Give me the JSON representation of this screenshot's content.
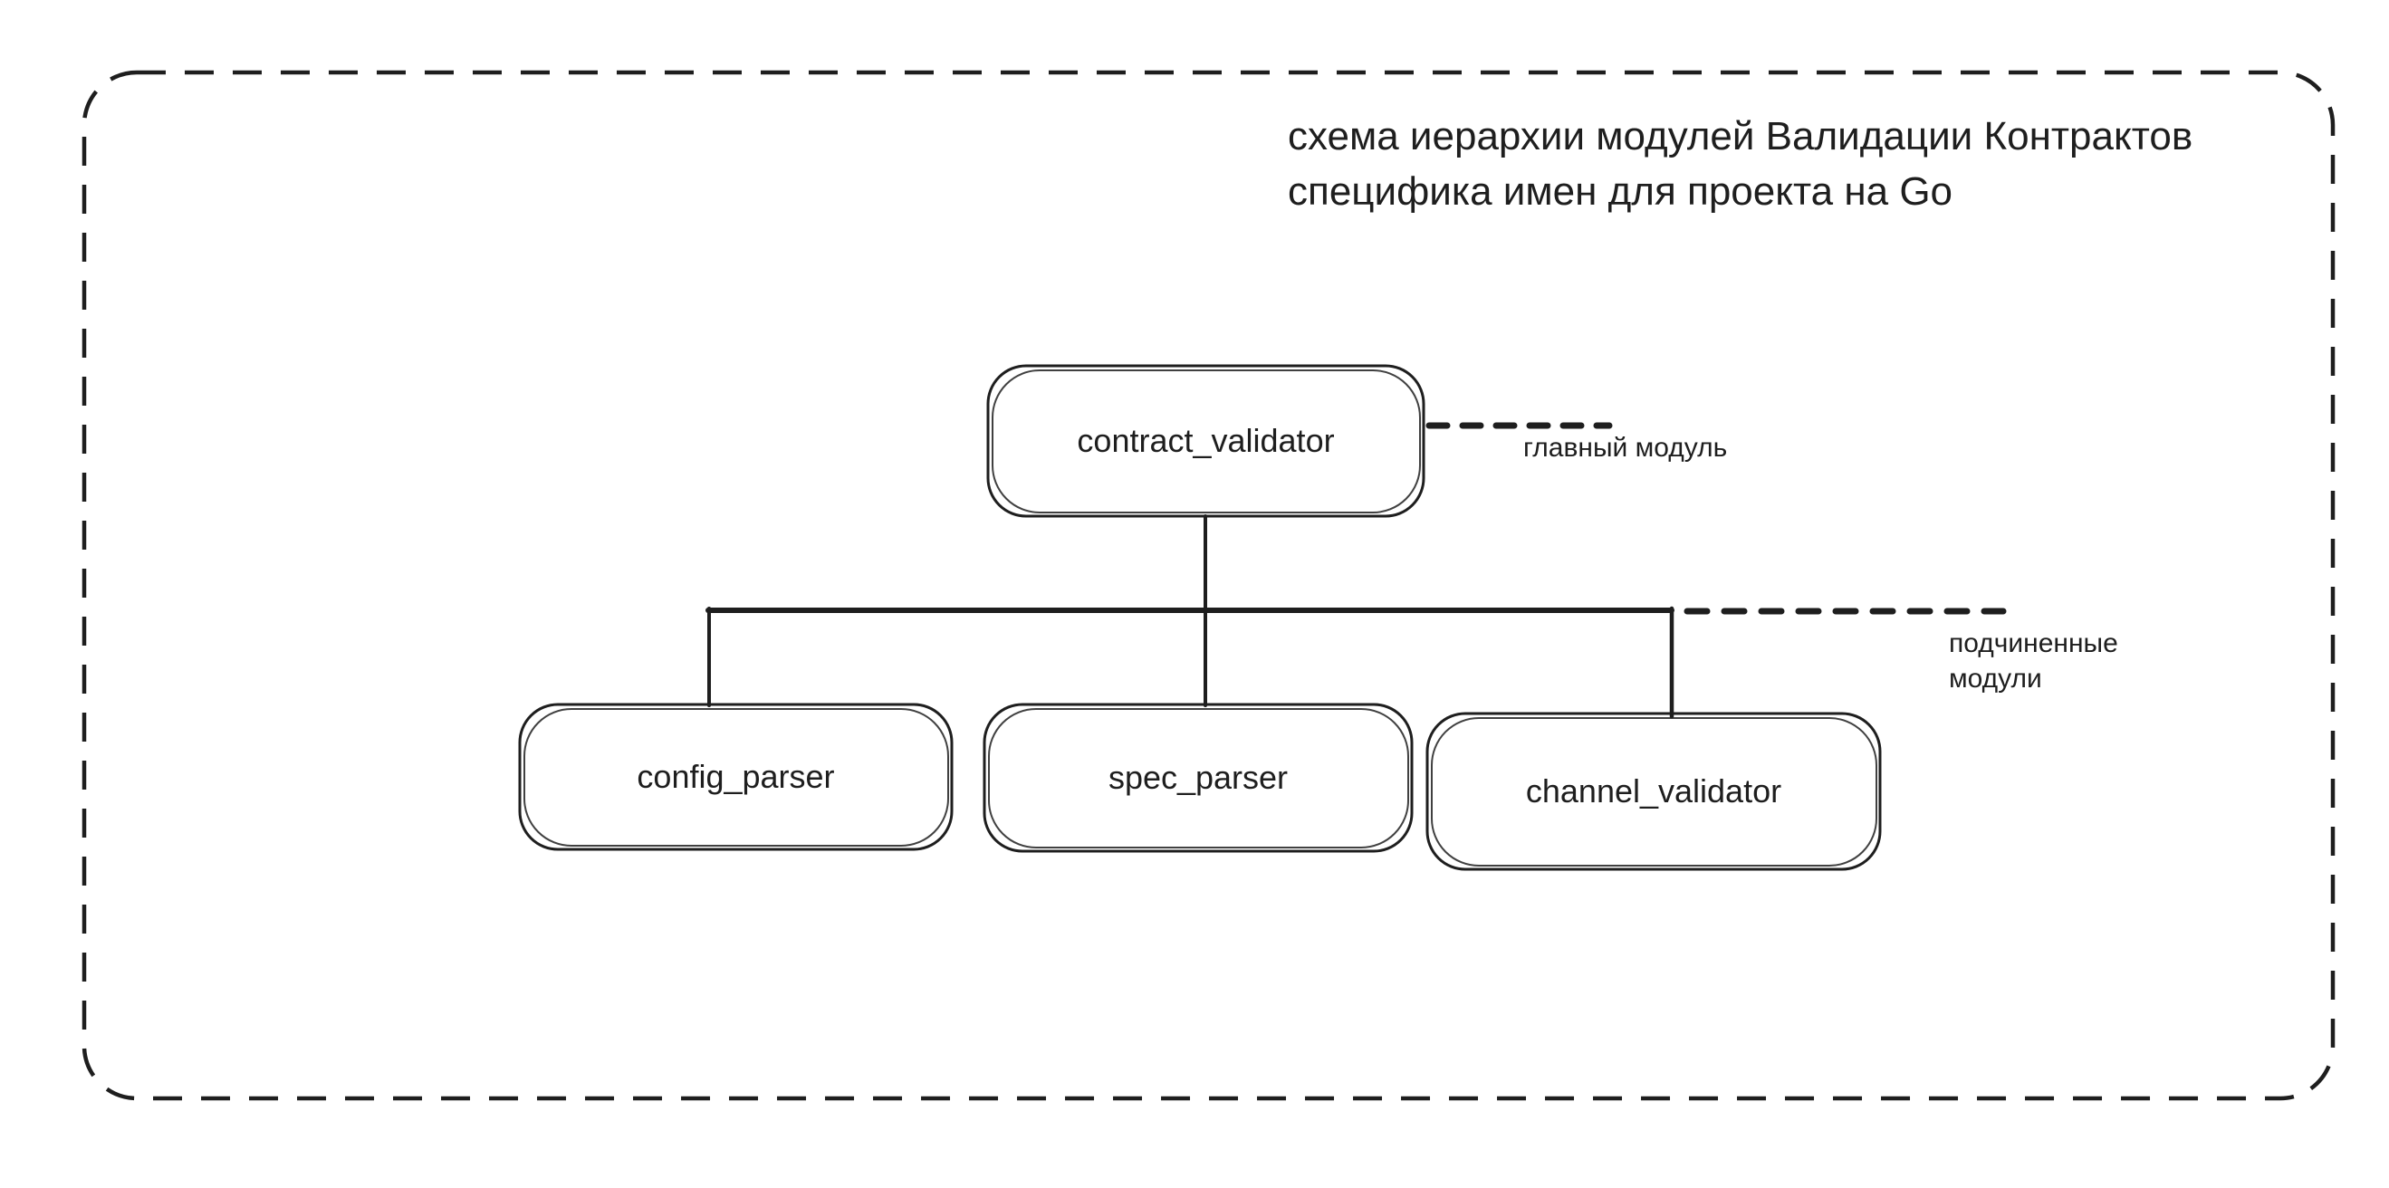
{
  "colors": {
    "stroke": "#1e1e1e",
    "canvas_background": "#ffffff"
  },
  "title": {
    "line1": "схема иерархии модулей Валидации Контрактов",
    "line2": "специфика имен для проекта на Go"
  },
  "nodes": {
    "root": {
      "label": "contract_validator"
    },
    "children": [
      {
        "label": "config_parser"
      },
      {
        "label": "spec_parser"
      },
      {
        "label": "channel_validator"
      }
    ]
  },
  "annotations": {
    "main_module": {
      "label": "главный модуль"
    },
    "subordinate_modules": {
      "line1": "подчиненные",
      "line2": "модули"
    }
  }
}
